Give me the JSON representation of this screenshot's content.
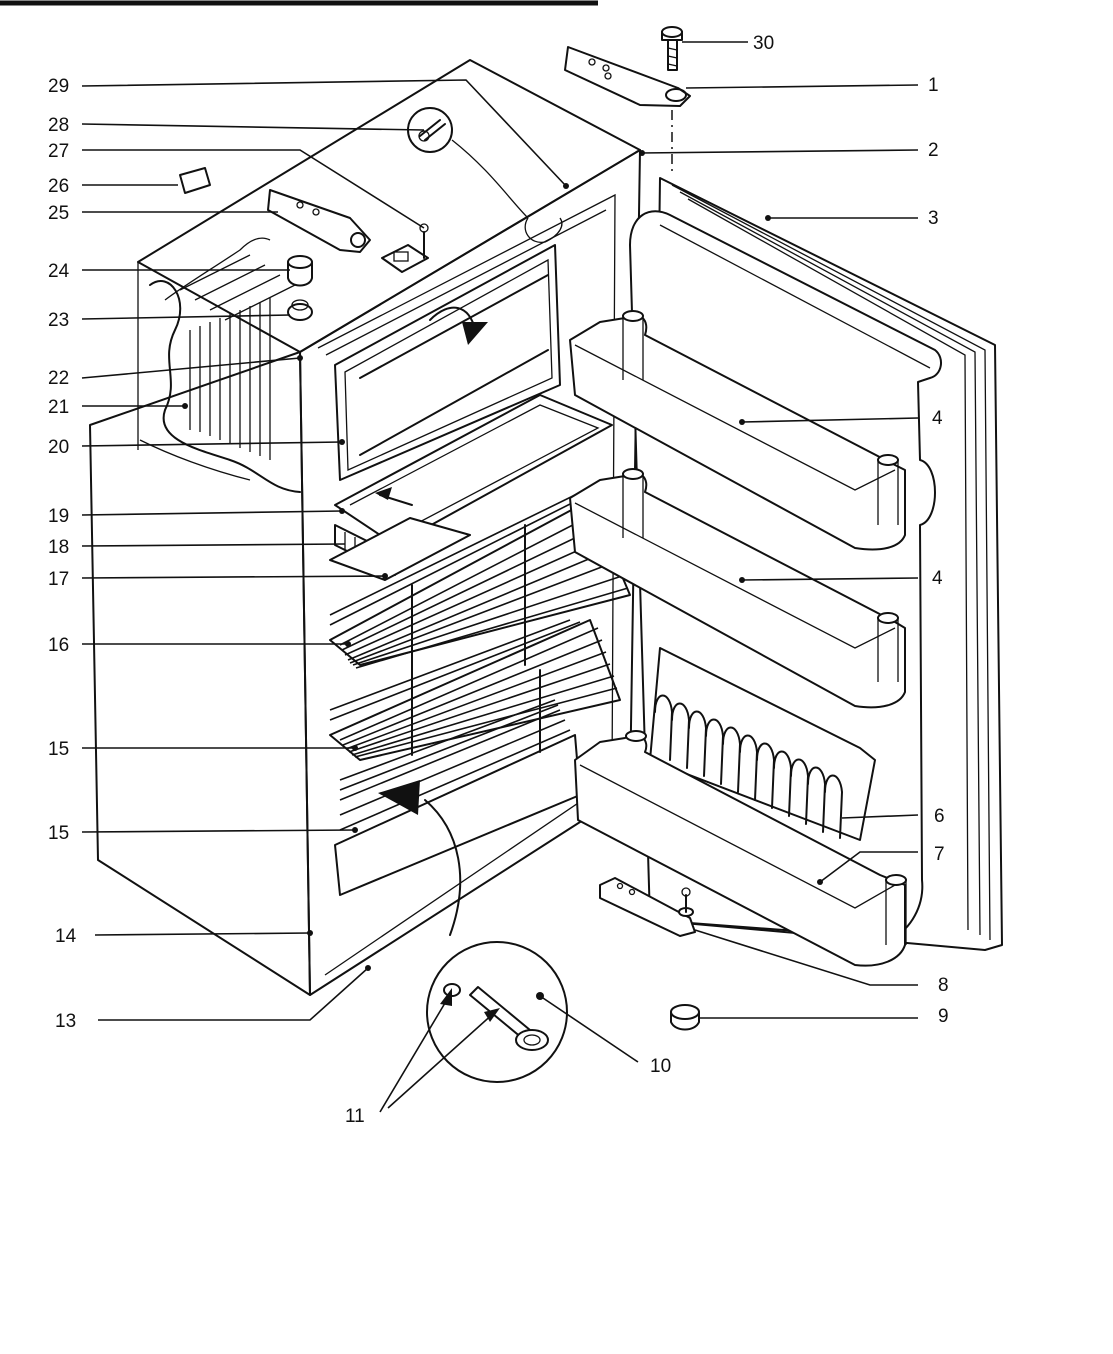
{
  "callouts": [
    {
      "id": "30",
      "label": "30"
    },
    {
      "id": "1",
      "label": "1"
    },
    {
      "id": "29",
      "label": "29"
    },
    {
      "id": "28",
      "label": "28"
    },
    {
      "id": "2",
      "label": "2"
    },
    {
      "id": "27",
      "label": "27"
    },
    {
      "id": "26",
      "label": "26"
    },
    {
      "id": "25",
      "label": "25"
    },
    {
      "id": "3",
      "label": "3"
    },
    {
      "id": "24",
      "label": "24"
    },
    {
      "id": "23",
      "label": "23"
    },
    {
      "id": "22",
      "label": "22"
    },
    {
      "id": "21",
      "label": "21"
    },
    {
      "id": "4a",
      "label": "4"
    },
    {
      "id": "20",
      "label": "20"
    },
    {
      "id": "19",
      "label": "19"
    },
    {
      "id": "18",
      "label": "18"
    },
    {
      "id": "17",
      "label": "17"
    },
    {
      "id": "4b",
      "label": "4"
    },
    {
      "id": "16",
      "label": "16"
    },
    {
      "id": "15a",
      "label": "15"
    },
    {
      "id": "6",
      "label": "6"
    },
    {
      "id": "15b",
      "label": "15"
    },
    {
      "id": "7",
      "label": "7"
    },
    {
      "id": "14",
      "label": "14"
    },
    {
      "id": "8",
      "label": "8"
    },
    {
      "id": "13",
      "label": "13"
    },
    {
      "id": "9",
      "label": "9"
    },
    {
      "id": "10",
      "label": "10"
    },
    {
      "id": "11",
      "label": "11"
    }
  ]
}
